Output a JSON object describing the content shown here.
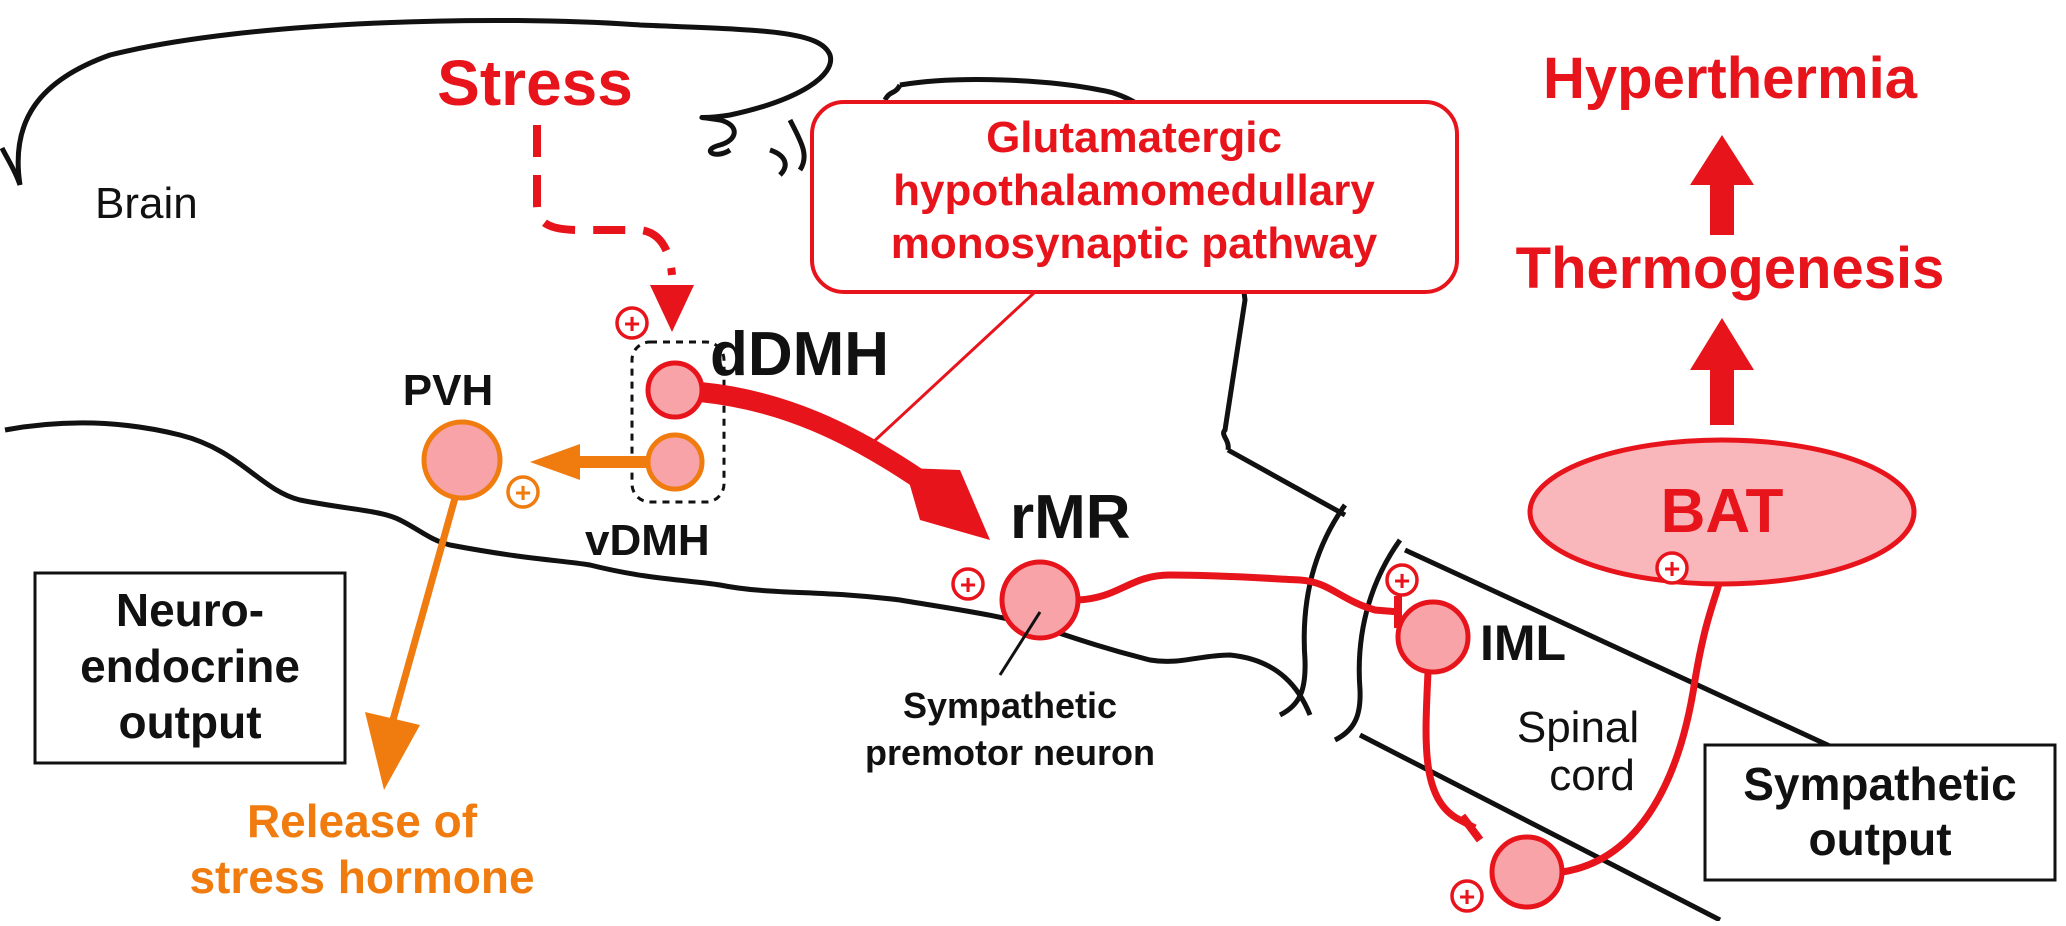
{
  "colors": {
    "red": "#e8141c",
    "orange": "#f07c10",
    "neuron_fill": "#f7a3a8",
    "bat_fill": "#f9b7bb",
    "outline": "#111111"
  },
  "labels": {
    "stress": "Stress",
    "brain": "Brain",
    "pathway": [
      "Glutamatergic",
      "hypothalamomedullary",
      "monosynaptic pathway"
    ],
    "hyperthermia": "Hyperthermia",
    "thermogenesis": "Thermogenesis",
    "ddmh": "dDMH",
    "vdmh": "vDMH",
    "pvh": "PVH",
    "rmr": "rMR",
    "iml": "IML",
    "bat": "BAT",
    "neuroendocrine_output": [
      "Neuro-",
      "endocrine",
      "output"
    ],
    "release": [
      "Release of",
      "stress hormone"
    ],
    "premotor": [
      "Sympathetic",
      "premotor neuron"
    ],
    "spinal_cord": [
      "Spinal",
      "cord"
    ],
    "sympathetic_output": [
      "Sympathetic",
      "output"
    ],
    "plus": "+"
  }
}
